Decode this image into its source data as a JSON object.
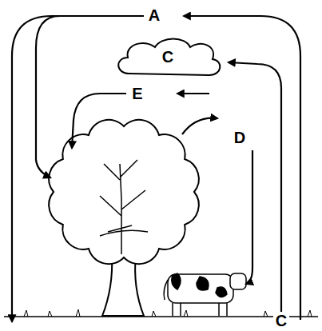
{
  "diagram": {
    "nodes": [
      {
        "text": [
          "C"
        ]
      }
    ],
    "labels": [
      "A",
      "E",
      "D",
      "C"
    ]
  }
}
